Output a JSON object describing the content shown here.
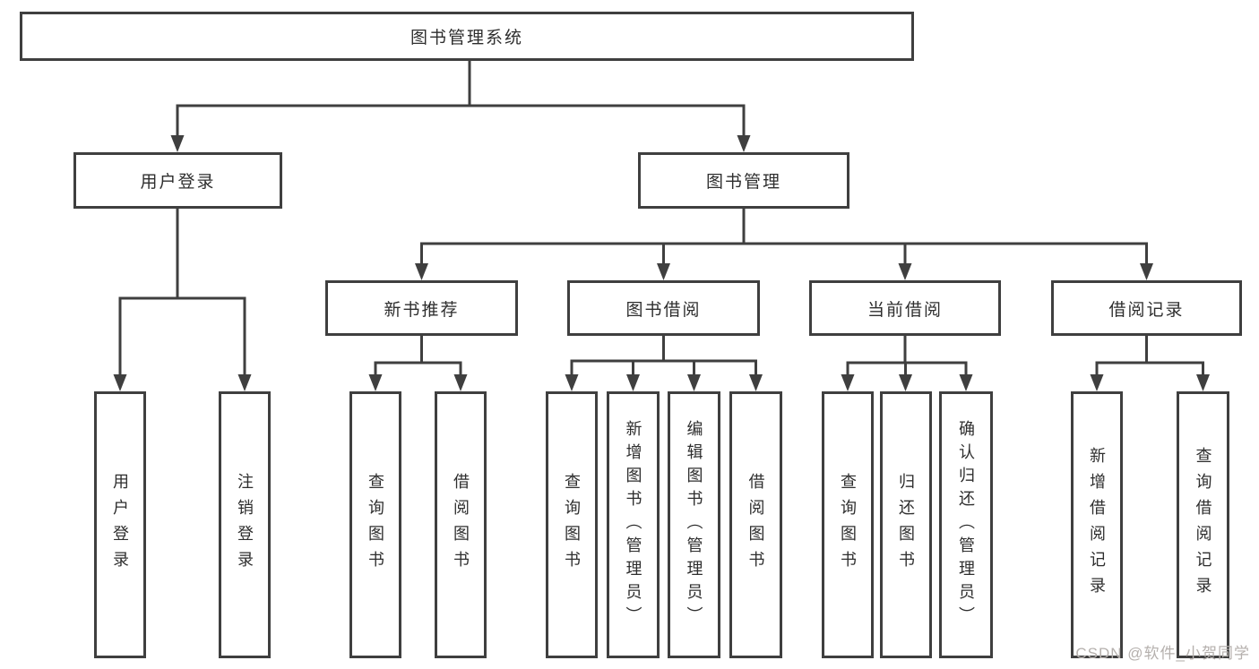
{
  "tree": {
    "root": {
      "label": "图书管理系统",
      "children": [
        {
          "label": "用户登录",
          "children": [
            {
              "label": "用户登录"
            },
            {
              "label": "注销登录"
            }
          ]
        },
        {
          "label": "图书管理",
          "children": [
            {
              "label": "新书推荐",
              "children": [
                {
                  "label": "查询图书"
                },
                {
                  "label": "借阅图书"
                }
              ]
            },
            {
              "label": "图书借阅",
              "children": [
                {
                  "label": "查询图书"
                },
                {
                  "label": "新增图书（管理员）"
                },
                {
                  "label": "编辑图书（管理员）"
                },
                {
                  "label": "借阅图书"
                }
              ]
            },
            {
              "label": "当前借阅",
              "children": [
                {
                  "label": "查询图书"
                },
                {
                  "label": "归还图书"
                },
                {
                  "label": "确认归还（管理员）"
                }
              ]
            },
            {
              "label": "借阅记录",
              "children": [
                {
                  "label": "新增借阅记录"
                },
                {
                  "label": "查询借阅记录"
                }
              ]
            }
          ]
        }
      ]
    }
  },
  "watermark": "CSDN @软件_小贺同学",
  "colors": {
    "line": "#3f3f3f",
    "box_border": "#3f3f3f",
    "text": "#2e2e2e",
    "watermark": "#b5b0ad",
    "background": "#ffffff"
  }
}
